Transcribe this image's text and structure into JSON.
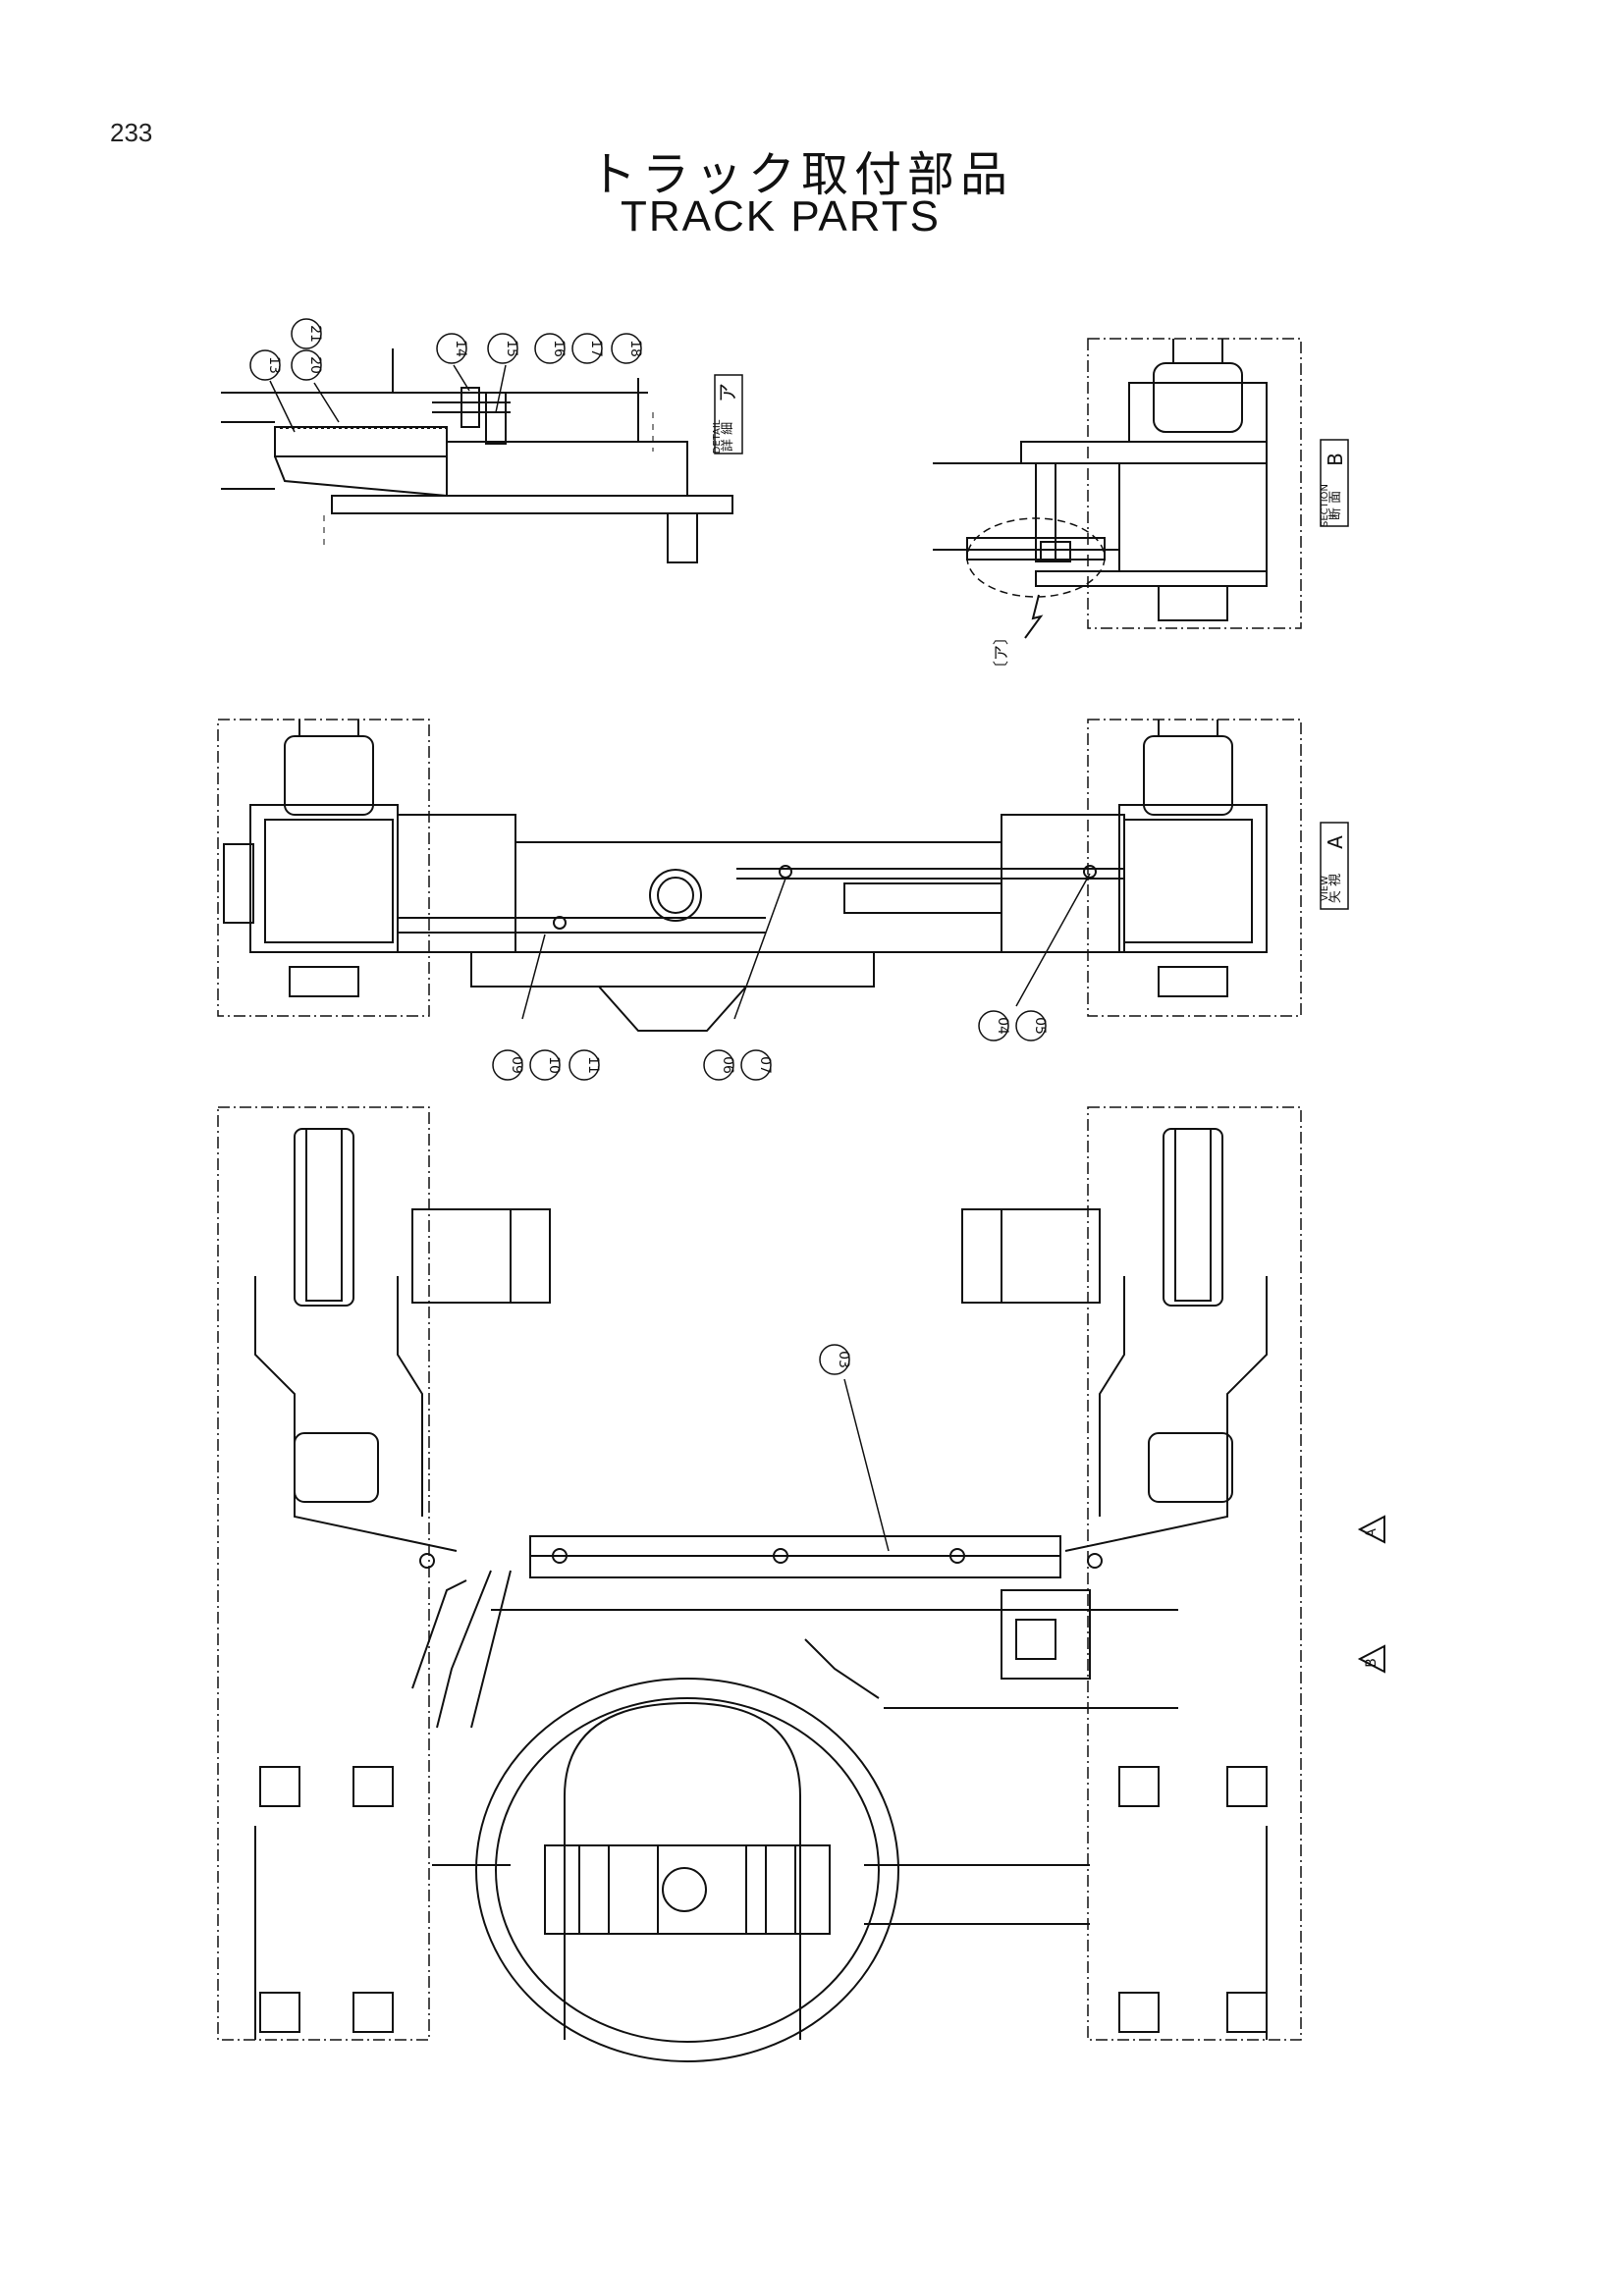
{
  "page_number": "233",
  "title_jp": "トラック取付部品",
  "title_en": "TRACK PARTS",
  "labels": {
    "detail_jp": "詳 細",
    "detail_en": "DETAIL",
    "detail_mark": "ア",
    "section_jp": "断 面",
    "section_en": "SECTION",
    "section_mark": "B",
    "view_jp": "矢 視",
    "view_en": "VIEW",
    "view_mark": "A",
    "detail_ref": "〔ア〕",
    "arrow_a": "A",
    "arrow_b": "B"
  },
  "callouts": {
    "c13": "13",
    "c20": "20",
    "c21": "21",
    "c14": "14",
    "c15": "15",
    "c16": "16",
    "c17": "17",
    "c18": "18",
    "c09": "09",
    "c10": "10",
    "c11": "11",
    "c06": "06",
    "c07": "07",
    "c04": "04",
    "c05": "05",
    "c03": "03"
  }
}
